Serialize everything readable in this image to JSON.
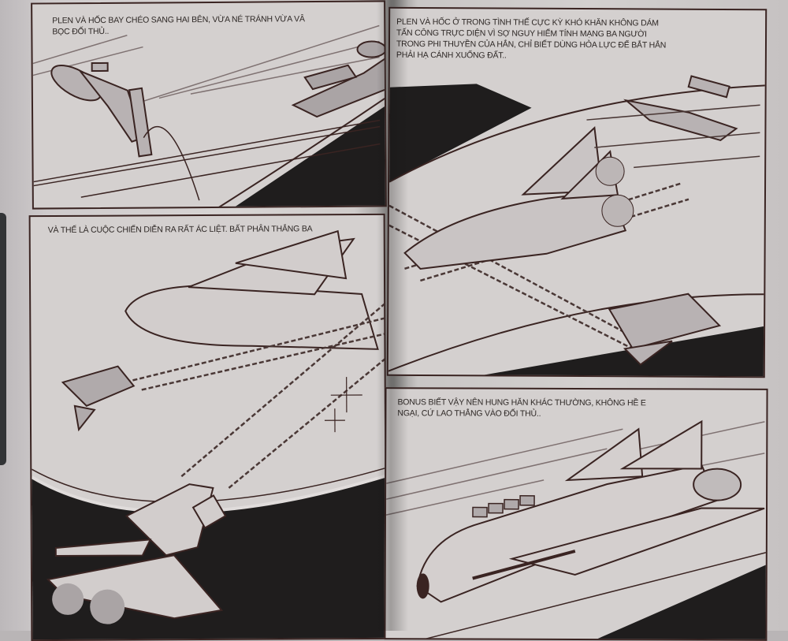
{
  "spread": {
    "left_page": {
      "panels": [
        {
          "id": "panel-1",
          "caption": "Plen và Hốc bay chéo sang hai bên, vừa né tránh vừa vây bọc đối thủ..",
          "caption_lines": [
            "Plen và Hốc bay chéo sang hai bên, vừa né tránh vừa vâ",
            "bọc đối thủ.."
          ]
        },
        {
          "id": "panel-3",
          "caption": "Và thế là cuộc chiến diễn ra rất ác liệt. Bất phân thắng ba",
          "caption_lines": [
            "Và thế là cuộc chiến diễn ra rất ác liệt. Bất phân thắng ba"
          ]
        }
      ]
    },
    "right_page": {
      "panels": [
        {
          "id": "panel-2",
          "caption": "Plen và Hốc ở trong tình thế cực kỳ khó khăn không dám tấn công trực diện vì sợ nguy hiểm tính mạng ba người trong phi thuyền của hắn, chỉ biết dùng hỏa lực để bắt hắn phải hạ cánh xuống đất..",
          "caption_lines": [
            "Plen và Hốc ở trong tình thế cực kỳ khó khăn không dám",
            "tấn công trực diện vì sợ nguy hiểm tính mạng ba người",
            "trong phi thuyền của hắn, chỉ biết dùng hỏa lực để bắt hắn",
            "phải hạ cánh xuống đất.."
          ]
        },
        {
          "id": "panel-4",
          "caption": "Bonus biết vậy nên hung hăn khác thường, không hề e ngại, cứ lao thẳng vào đối thủ..",
          "caption_lines": [
            "Bonus biết vậy nên hung hăn khác thường, không hề e",
            "ngại, cứ lao thẳng vào đối thủ.."
          ]
        }
      ]
    }
  },
  "colors": {
    "paper": "#d4d0cf",
    "ink": "#3a2422",
    "space_black": "#1f1d1d",
    "page_shadow": "#8c8b89"
  }
}
